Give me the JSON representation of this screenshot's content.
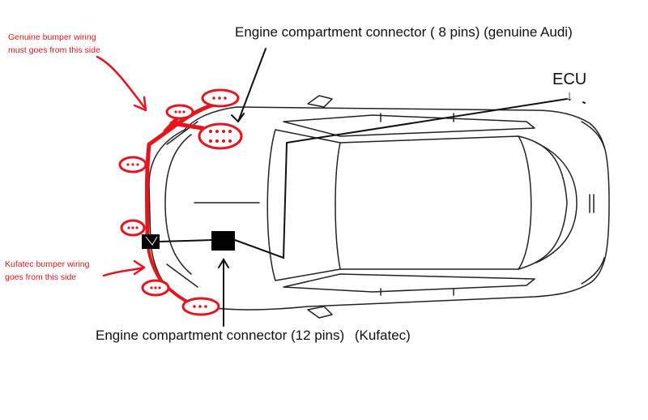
{
  "annotations": {
    "genuine_side_line1": "Genuine bumper wiring",
    "genuine_side_line2": "must goes from this side",
    "kufatec_side_line1": "Kufatec bumper wiring",
    "kufatec_side_line2": "goes from this side",
    "connector_8pin_name": "Engine compartment connector ( 8 pins)",
    "connector_8pin_origin": "(genuine Audi)",
    "connector_12pin_name": "Engine compartment connector (12 pins)",
    "connector_12pin_origin": "(Kufatec)",
    "ecu_label": "ECU",
    "ecu_arrow": "↓"
  },
  "colors": {
    "annotation_red": "#e8141b",
    "line_black": "#111111"
  },
  "icons": [
    "car-top-view",
    "sensor-oval",
    "connector-block",
    "arrow"
  ]
}
